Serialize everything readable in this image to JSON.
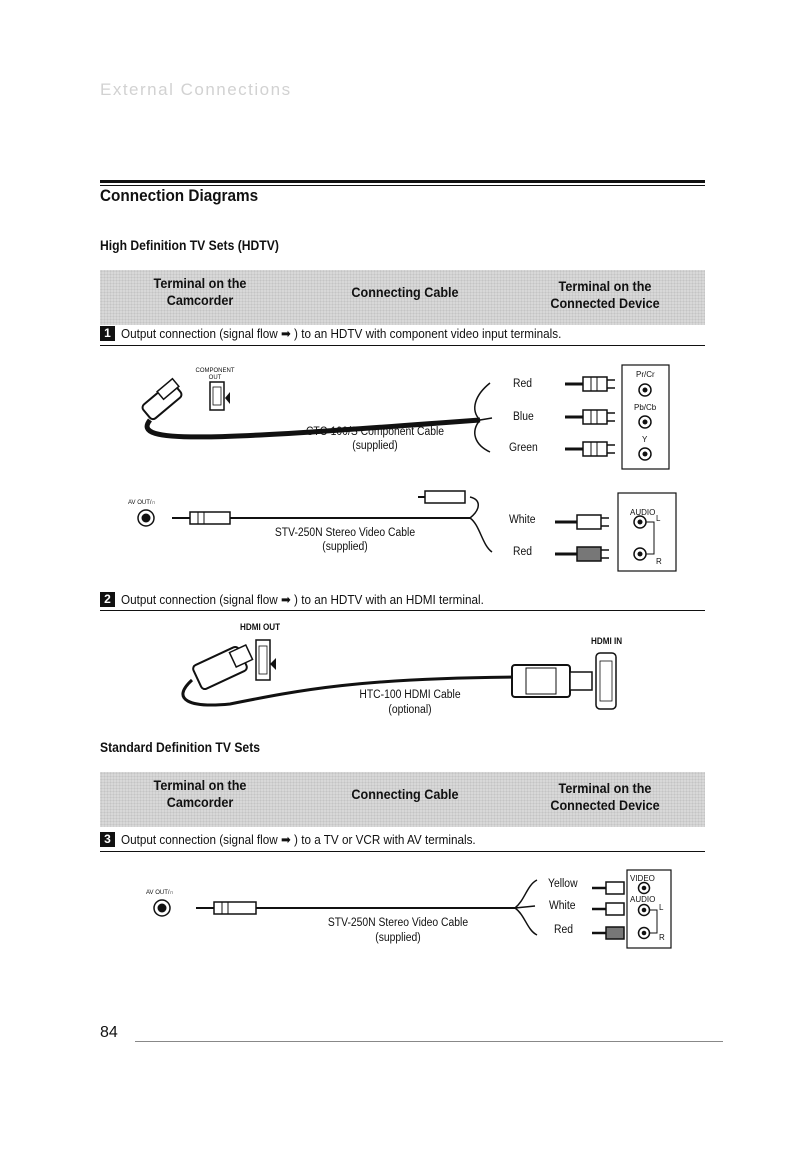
{
  "chapter_title": "External Connections",
  "section_title": "Connection Diagrams",
  "hdtv": {
    "heading": "High Definition TV Sets (HDTV)",
    "header": {
      "col1": "Terminal on the\nCamcorder",
      "col2": "Connecting Cable",
      "col3": "Terminal on the\nConnected Device"
    },
    "step1": {
      "num": "1",
      "text": "Output connection (signal flow ➡ ) to an HDTV with component video input terminals.",
      "component_out_label": "COMPONENT\nOUT",
      "cable_name": "CTC-100/S Component Cable",
      "cable_note": "(supplied)",
      "plugs": [
        "Red",
        "Blue",
        "Green"
      ],
      "terminals": [
        "Pr/Cr",
        "Pb/Cb",
        "Y"
      ],
      "avout_label": "AV OUT/∩",
      "av_cable_name": "STV-250N Stereo Video Cable",
      "av_cable_note": "(supplied)",
      "av_plugs": [
        "White",
        "Red"
      ],
      "audio_label": "AUDIO",
      "audio_l": "L",
      "audio_r": "R"
    },
    "step2": {
      "num": "2",
      "text": "Output connection (signal flow ➡ ) to an HDTV with an HDMI terminal.",
      "hdmi_out": "HDMI OUT",
      "hdmi_in": "HDMI IN",
      "cable_name": "HTC-100 HDMI Cable",
      "cable_note": "(optional)"
    }
  },
  "sdtv": {
    "heading": "Standard Definition TV Sets",
    "header": {
      "col1": "Terminal on the\nCamcorder",
      "col2": "Connecting Cable",
      "col3": "Terminal on the\nConnected Device"
    },
    "step3": {
      "num": "3",
      "text": "Output connection (signal flow ➡ ) to a TV or VCR with AV terminals.",
      "avout_label": "AV OUT/∩",
      "cable_name": "STV-250N Stereo Video Cable",
      "cable_note": "(supplied)",
      "plugs": [
        "Yellow",
        "White",
        "Red"
      ],
      "video_label": "VIDEO",
      "audio_label": "AUDIO",
      "audio_l": "L",
      "audio_r": "R"
    }
  },
  "page_number": "84"
}
